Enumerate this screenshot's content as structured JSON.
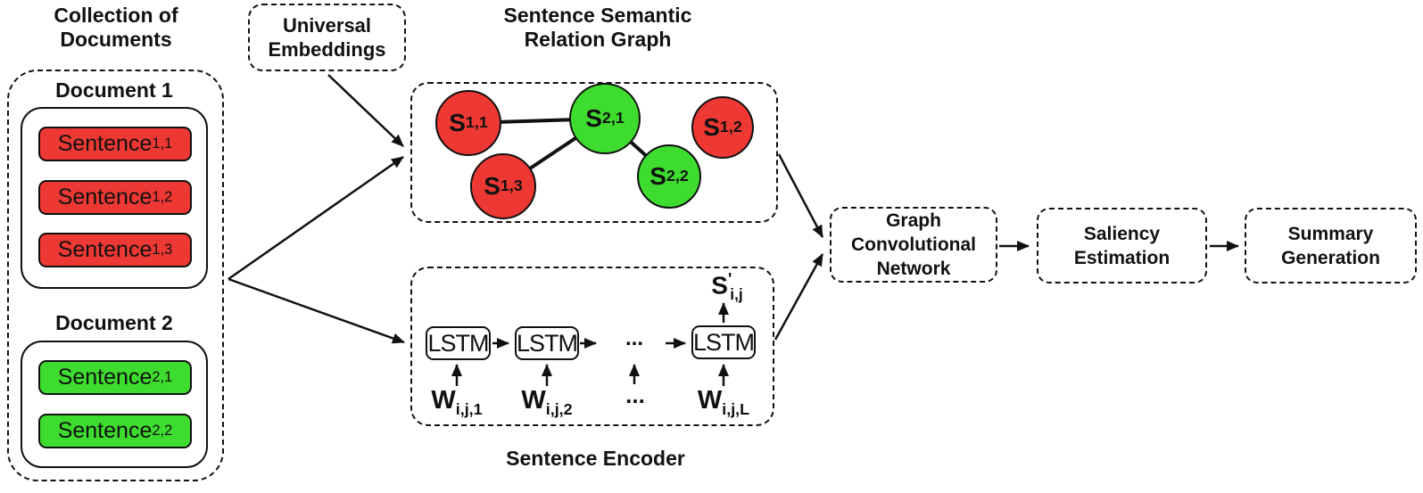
{
  "colors": {
    "red": "#ED3833",
    "green": "#3EDC2E",
    "line": "#111111",
    "background": "#FFFFFF"
  },
  "collection": {
    "title_line1": "Collection of",
    "title_line2": "Documents",
    "documents": [
      {
        "label": "Document 1",
        "sentences": [
          {
            "base": "Sentence",
            "sub": "1,1",
            "color": "red"
          },
          {
            "base": "Sentence",
            "sub": "1,2",
            "color": "red"
          },
          {
            "base": "Sentence",
            "sub": "1,3",
            "color": "red"
          }
        ]
      },
      {
        "label": "Document 2",
        "sentences": [
          {
            "base": "Sentence",
            "sub": "2,1",
            "color": "green"
          },
          {
            "base": "Sentence",
            "sub": "2,2",
            "color": "green"
          }
        ]
      }
    ]
  },
  "universal_embeddings": {
    "line1": "Universal",
    "line2": "Embeddings"
  },
  "relation_graph": {
    "title_line1": "Sentence Semantic",
    "title_line2": "Relation Graph",
    "nodes": [
      {
        "base": "S",
        "sub": "1,1",
        "color": "red"
      },
      {
        "base": "S",
        "sub": "2,1",
        "color": "green"
      },
      {
        "base": "S",
        "sub": "1,2",
        "color": "red"
      },
      {
        "base": "S",
        "sub": "1,3",
        "color": "red"
      },
      {
        "base": "S",
        "sub": "2,2",
        "color": "green"
      }
    ],
    "edges": [
      {
        "from": "S2,1",
        "to": "S1,1"
      },
      {
        "from": "S2,1",
        "to": "S1,3"
      },
      {
        "from": "S2,1",
        "to": "S2,2"
      }
    ]
  },
  "sentence_encoder": {
    "title": "Sentence Encoder",
    "cells": [
      {
        "label": "LSTM"
      },
      {
        "label": "LSTM"
      },
      {
        "label": "LSTM"
      }
    ],
    "chain_ellipsis": "...",
    "inputs": [
      {
        "base": "W",
        "sub": "i,j,1"
      },
      {
        "base": "W",
        "sub": "i,j,2"
      },
      {
        "base": "W",
        "sub": "i,j,L"
      }
    ],
    "inputs_ellipsis": "...",
    "output": {
      "base": "S",
      "prime": "'",
      "sub": "i,j"
    }
  },
  "pipeline": [
    {
      "line1": "Graph",
      "line2": "Convolutional",
      "line3": "Network"
    },
    {
      "line1": "Saliency",
      "line2": "Estimation"
    },
    {
      "line1": "Summary",
      "line2": "Generation"
    }
  ]
}
